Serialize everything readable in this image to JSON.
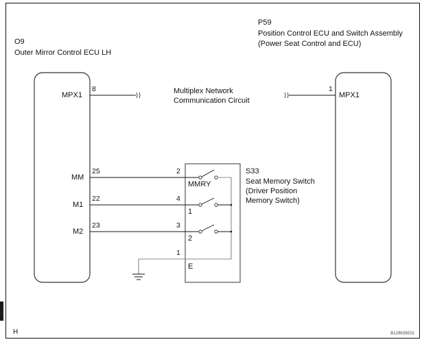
{
  "diagram": {
    "components": {
      "left_ecu": {
        "code": "O9",
        "name": "Outer Mirror Control ECU LH",
        "terminals": [
          {
            "name": "MPX1",
            "pin": "8"
          },
          {
            "name": "MM",
            "pin": "25"
          },
          {
            "name": "M1",
            "pin": "22"
          },
          {
            "name": "M2",
            "pin": "23"
          }
        ]
      },
      "right_ecu": {
        "code": "P59",
        "name_line1": "Position Control ECU and Switch Assembly",
        "name_line2": "(Power Seat Control and ECU)",
        "terminals": [
          {
            "name": "MPX1",
            "pin": "1"
          }
        ]
      },
      "switch": {
        "code": "S33",
        "name_line1": "Seat Memory Switch",
        "name_line2": "(Driver Position",
        "name_line3": "Memory Switch)",
        "pins": [
          {
            "pin": "2",
            "label": "MMRY"
          },
          {
            "pin": "4",
            "label": "1"
          },
          {
            "pin": "3",
            "label": "2"
          },
          {
            "pin": "1",
            "label": "E"
          }
        ]
      }
    },
    "network": {
      "line1": "Multiplex Network",
      "line2": "Communication Circuit"
    },
    "footer": {
      "corner_letter": "H",
      "figure_code": "B129635E02"
    }
  }
}
